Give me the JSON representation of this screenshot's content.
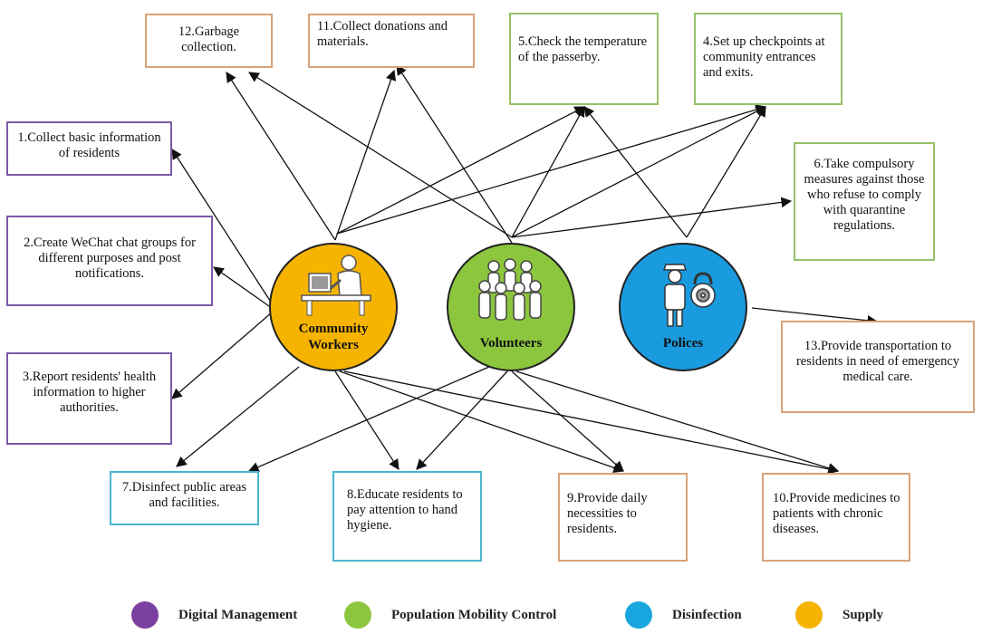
{
  "actors": {
    "community": {
      "lines": [
        "Community",
        "Workers"
      ],
      "color": "#f6b400"
    },
    "volunteers": {
      "lines": [
        "Volunteers"
      ],
      "color": "#8cc63f"
    },
    "polices": {
      "lines": [
        "Polices"
      ],
      "color": "#1a9be0"
    }
  },
  "tasks": {
    "t1": "1.Collect basic information of residents",
    "t2": "2.Create WeChat chat groups for different purposes and post notifications.",
    "t3": "3.Report residents' health information to higher authorities.",
    "t4": "4.Set up checkpoints at community entrances and exits.",
    "t5": "5.Check the temperature of the passerby.",
    "t6": "6.Take compulsory measures against those who refuse to comply with quarantine regulations.",
    "t7": "7.Disinfect public areas and facilities.",
    "t8": "8.Educate residents to pay attention to hand hygiene.",
    "t9": "9.Provide daily necessities to residents.",
    "t10": "10.Provide medicines to patients with chronic diseases.",
    "t11": "11.Collect donations and materials.",
    "t12": "12.Garbage collection.",
    "t13": "13.Provide transportation to residents in need of emergency medical care."
  },
  "legend": [
    {
      "label": "Digital Management",
      "color": "#7b3fa0"
    },
    {
      "label": "Population Mobility Control",
      "color": "#8cc63f"
    },
    {
      "label": "Disinfection",
      "color": "#1aa7e0"
    },
    {
      "label": "Supply",
      "color": "#f6b400"
    }
  ]
}
